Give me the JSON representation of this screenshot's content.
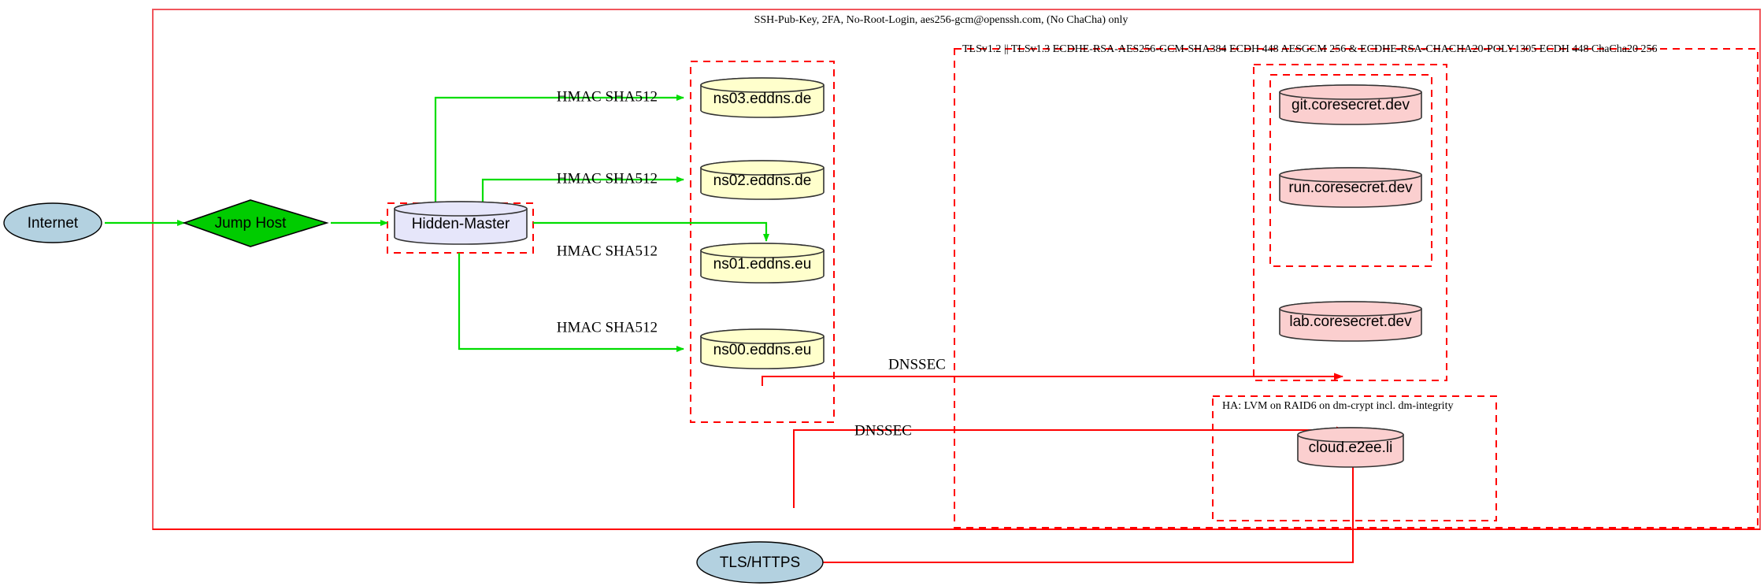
{
  "diagram": {
    "title_top": "SSH-Pub-Key, 2FA, No-Root-Login, aes256-gcm@openssh.com, (No ChaCha) only",
    "clusters": [
      {
        "id": "tls",
        "label": "TLSv1.2 || TLSv1.3 ECDHE-RSA-AES256-GCM-SHA384 ECDH 448 AESGCM 256 & ECDHE-RSA-CHACHA20-POLY1305 ECDH 448 ChaCha20 256"
      },
      {
        "id": "ha",
        "label": "HA: LVM on RAID6 on dm-crypt incl. dm-integrity"
      }
    ],
    "nodes": [
      {
        "id": "internet",
        "label": "Internet",
        "shape": "ellipse",
        "fill": "#b3d1e0"
      },
      {
        "id": "jumphost",
        "label": "Jump Host",
        "shape": "diamond",
        "fill": "#00cc00"
      },
      {
        "id": "hidden",
        "label": "Hidden-Master",
        "shape": "cylinder",
        "fill": "#e6e6fa"
      },
      {
        "id": "ns03",
        "label": "ns03.eddns.de",
        "shape": "cylinder",
        "fill": "#ffffcc"
      },
      {
        "id": "ns02",
        "label": "ns02.eddns.de",
        "shape": "cylinder",
        "fill": "#ffffcc"
      },
      {
        "id": "ns01",
        "label": "ns01.eddns.eu",
        "shape": "cylinder",
        "fill": "#ffffcc"
      },
      {
        "id": "ns00",
        "label": "ns00.eddns.eu",
        "shape": "cylinder",
        "fill": "#ffffcc"
      },
      {
        "id": "git",
        "label": "git.coresecret.dev",
        "shape": "cylinder",
        "fill": "#fbcfcf"
      },
      {
        "id": "run",
        "label": "run.coresecret.dev",
        "shape": "cylinder",
        "fill": "#fbcfcf"
      },
      {
        "id": "lab",
        "label": "lab.coresecret.dev",
        "shape": "cylinder",
        "fill": "#fbcfcf"
      },
      {
        "id": "cloud",
        "label": "cloud.e2ee.li",
        "shape": "cylinder",
        "fill": "#fbcfcf"
      },
      {
        "id": "tlshttps",
        "label": "TLS/HTTPS",
        "shape": "ellipse",
        "fill": "#b3d1e0"
      }
    ],
    "edges": [
      {
        "from": "internet",
        "to": "jumphost",
        "label": "",
        "color": "#00dd00"
      },
      {
        "from": "jumphost",
        "to": "hidden",
        "label": "",
        "color": "#00dd00"
      },
      {
        "from": "hidden",
        "to": "ns03",
        "label": "HMAC SHA512",
        "color": "#00dd00"
      },
      {
        "from": "hidden",
        "to": "ns02",
        "label": "HMAC SHA512",
        "color": "#00dd00"
      },
      {
        "from": "hidden",
        "to": "ns01",
        "label": "HMAC SHA512",
        "color": "#00dd00"
      },
      {
        "from": "hidden",
        "to": "ns00",
        "label": "HMAC SHA512",
        "color": "#00dd00"
      },
      {
        "from": "ns00",
        "to": "cloud",
        "label": "DNSSEC",
        "color": "#ff0000"
      },
      {
        "from": "ns00",
        "to": "lab",
        "label": "DNSSEC",
        "color": "#ff0000"
      },
      {
        "from": "tlshttps",
        "to": "cloud",
        "label": "",
        "color": "#ff0000"
      }
    ],
    "edge_labels": {
      "hmac": "HMAC SHA512",
      "dnssec": "DNSSEC"
    }
  }
}
